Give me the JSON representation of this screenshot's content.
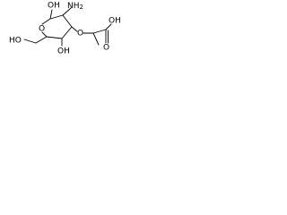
{
  "molecule": {
    "atom_labels": {
      "ho_c1": "OH",
      "nh2": "NH",
      "nh2_sub": "2",
      "ring_o": "O",
      "ho_c6": "HO",
      "ho_c4": "OH",
      "ether_o": "O",
      "acid_oh": "OH",
      "acid_o": "O"
    }
  }
}
